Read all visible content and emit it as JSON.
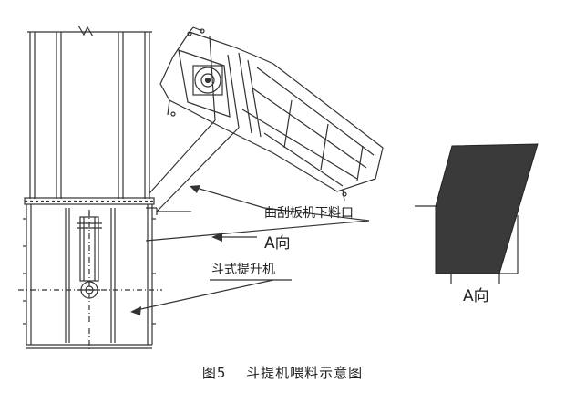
{
  "labels": {
    "scraper_outlet": "曲刮板机下料口",
    "direction_a_main": "A向",
    "bucket_elevator": "斗式提升机",
    "direction_a_view": "A向"
  },
  "caption": {
    "number": "图5",
    "title": "斗提机喂料示意图"
  },
  "colors": {
    "line": "#333333",
    "section_fill": "#3a3a3a"
  }
}
